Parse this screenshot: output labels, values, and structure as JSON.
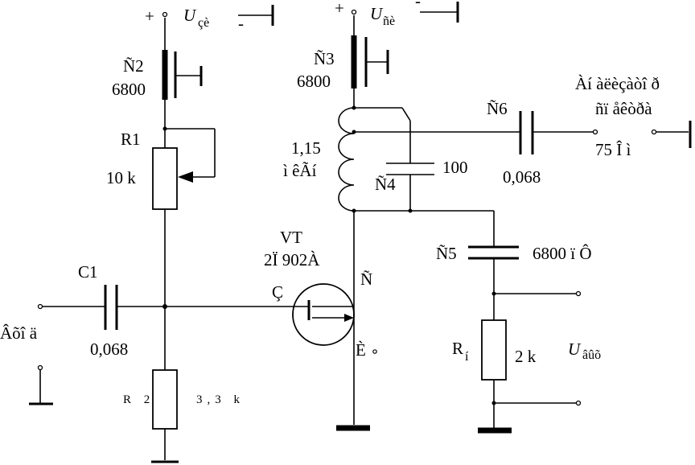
{
  "supply_gate": {
    "plus": "+",
    "symbol": "U",
    "sub": "çè",
    "minus": "-"
  },
  "supply_drain": {
    "plus": "+",
    "symbol": "U",
    "sub": "ñè",
    "minus": "-"
  },
  "c2": {
    "name": "Ñ2",
    "value": "6800"
  },
  "c3": {
    "name": "Ñ3",
    "value": "6800"
  },
  "r1": {
    "name": "R1",
    "value": "10 k"
  },
  "coil": {
    "value": "1,15",
    "unit": "ì êÃí"
  },
  "c4": {
    "name": "Ñ4",
    "value": "100"
  },
  "c6": {
    "name": "Ñ6",
    "value": "0,068"
  },
  "output": {
    "line1": "Àí àëèçàòî ð",
    "line2": "ñï åêòðà",
    "impedance": "75 Î ì"
  },
  "transistor": {
    "name": "VT",
    "type": "2Ï  902À",
    "gate": "Ç",
    "drain": "Ñ",
    "source": "È"
  },
  "c1": {
    "name": "C1",
    "value": "0,068"
  },
  "input": {
    "label": "Âõî ä"
  },
  "r2": {
    "name": "R 2",
    "value": "3,3 k"
  },
  "c5": {
    "name": "Ñ5",
    "value": "6800 ï Ô"
  },
  "rload": {
    "symbol": "R",
    "sub": "í",
    "value": "2 k"
  },
  "out_voltage": {
    "symbol": "U",
    "sub": "âûõ"
  }
}
